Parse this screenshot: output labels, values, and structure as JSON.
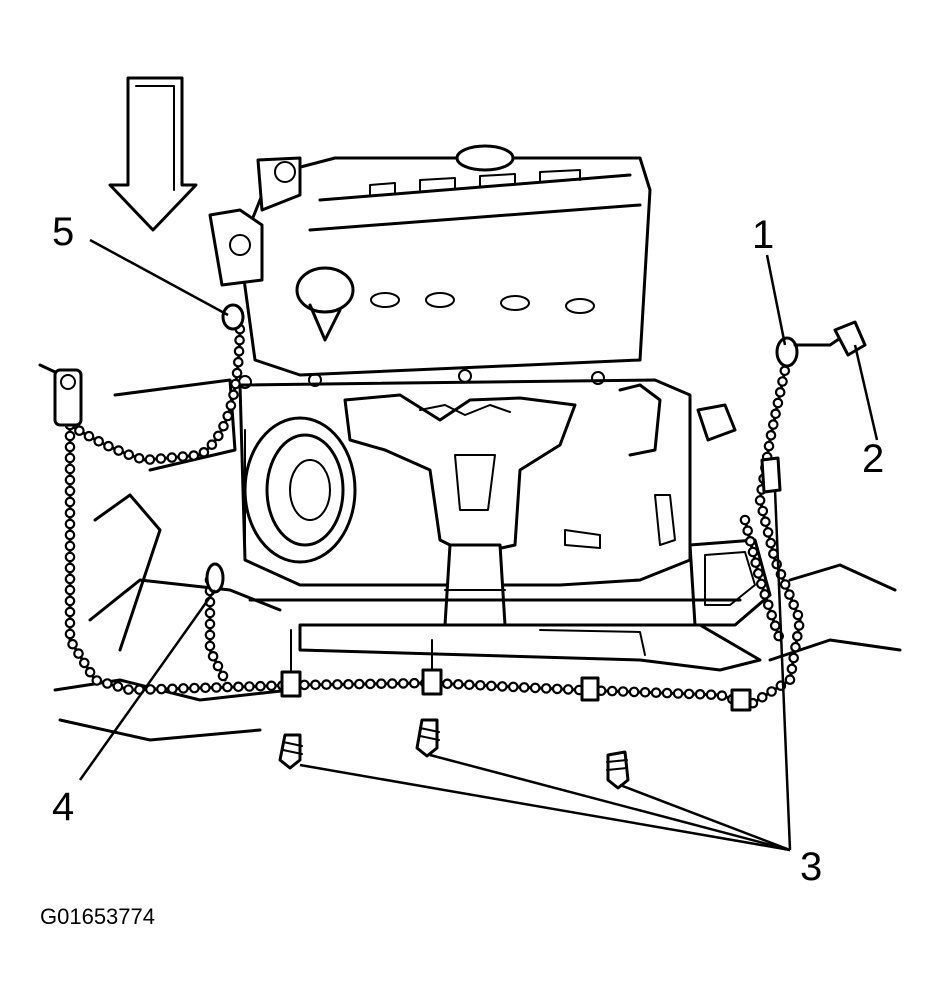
{
  "figure": {
    "id_label": "G01653774",
    "callouts": [
      "1",
      "2",
      "3",
      "4",
      "5"
    ]
  },
  "colors": {
    "ink": "#000000",
    "paper": "#ffffff"
  },
  "icons": {
    "direction_arrow": "down-arrow-icon",
    "ground_strap": "ground-strap-icon",
    "harness": "wiring-harness-icon",
    "bolt": "bolt-icon",
    "engine": "engine-icon"
  }
}
